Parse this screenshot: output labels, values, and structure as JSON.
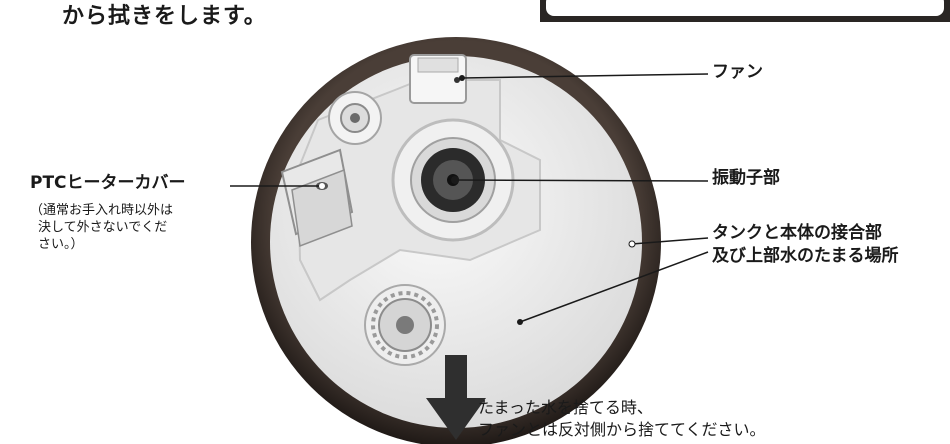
{
  "heading": "から拭きをします。",
  "labels": {
    "fan": "ファン",
    "vibrator": "振動子部",
    "joint_line1": "タンクと本体の接合部",
    "joint_line2": "及び上部水のたまる場所",
    "ptc_cover": "PTCヒーターカバー",
    "ptc_note_line1": "（通常お手入れ時以外は",
    "ptc_note_line2": "決して外さないでくだ",
    "ptc_note_line3": "さい。）"
  },
  "caption": {
    "line1": "たまった水を捨てる時、",
    "line2": "ファンとは反対側から捨ててください。"
  },
  "colors": {
    "rim": "#3a302b",
    "body": "#eeeeee",
    "ink": "#1a1a1a"
  },
  "icons": [
    "pour-direction-arrow-icon"
  ]
}
